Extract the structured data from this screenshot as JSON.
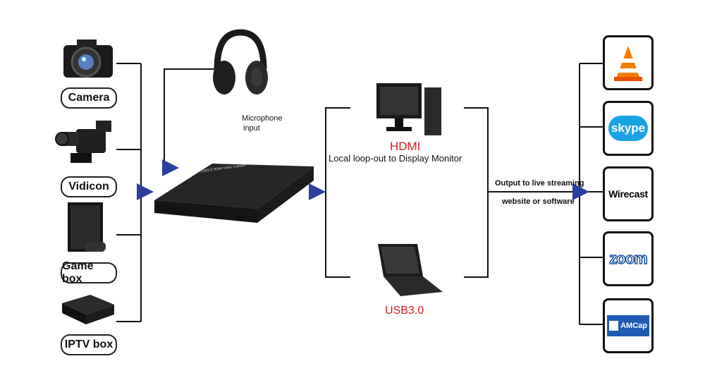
{
  "sources": [
    {
      "label": "Camera",
      "icon": "camera-icon"
    },
    {
      "label": "Vidicon",
      "icon": "camcorder-icon"
    },
    {
      "label": "Game box",
      "icon": "game-console-icon"
    },
    {
      "label": "IPTV box",
      "icon": "iptv-box-icon"
    }
  ],
  "mic": {
    "line1": "Microphone",
    "line2": "input"
  },
  "capture_device": {
    "title": "USB3.0 HDMI Video Capture",
    "icon": "capture-card-icon"
  },
  "outputs": {
    "hdmi": {
      "title": "HDMI",
      "subtitle": "Local loop-out to Display Monitor",
      "icon": "monitor-icon"
    },
    "usb": {
      "title": "USB3.0",
      "icon": "laptop-icon"
    }
  },
  "streaming": {
    "line1": "Output to live streaming",
    "line2": "website or software"
  },
  "software": [
    {
      "name": "VLC",
      "icon": "vlc-icon"
    },
    {
      "name": "skype",
      "icon": "skype-icon"
    },
    {
      "name": "Wirecast",
      "icon": "wirecast-icon"
    },
    {
      "name": "zoom",
      "icon": "zoom-icon"
    },
    {
      "name": "AMCap",
      "icon": "amcap-icon"
    }
  ],
  "colors": {
    "accent_red": "#d8191c",
    "arrow_blue": "#2a3f9e",
    "line": "#111111"
  }
}
